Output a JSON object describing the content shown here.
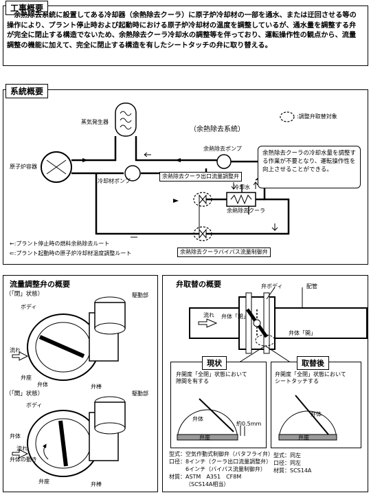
{
  "overview": {
    "title": "工事概要",
    "text": "余熱除去系統に設置してある冷却器（余熱除去クーラ）に原子炉冷却材の一部を通水、または迂回させる等の操作により、プラント停止時および起動時における原子炉冷却材の温度を調整しているが、通水量を調整する弁が完全に閉止する構造でないため、余熱除去クーラ冷却水の調整等を伴っており、運転操作性の観点から、流量調整の機能に加えて、完全に閉止する構造を有したシートタッチの弁に取り替える。"
  },
  "system": {
    "title": "系統概要",
    "legend_target": ":調整弁取替対象",
    "system_name": "（余熱除去系統）",
    "steam_generator": "蒸気発生器",
    "reactor_vessel": "原子炉容器",
    "coolant_pump": "冷却材ポンプ",
    "rhr_pump": "余熱除去ポンプ",
    "outlet_valve": "余熱除去クーラ出口流量調整弁",
    "cooling_water": "冷却水",
    "rhr_cooler": "余熱除去クーラ",
    "bypass_valve": "余熱除去クーラバイパス流量制御弁",
    "callout": "余熱除去クーラの冷却水量を調整する作業が不要となり、運転操作性を向上させることができる。",
    "legend_stop": "←:プラント停止時の燃料余熱除去ルート",
    "legend_start": "⇐:プラント起動時の原子炉冷却材温度調整ルート"
  },
  "flow_valve": {
    "title": "流量調整弁の概要",
    "closed_state": "（「閉」状態）",
    "open_state": "（「開」状態）",
    "actuator": "駆動部",
    "body": "ボディ",
    "flow": "流れ",
    "disc": "弁体",
    "seat": "弁座",
    "stem": "弁棒",
    "disc_motion": "弁体の動き"
  },
  "replacement": {
    "title": "弁取替の概要",
    "valve_body": "弁ボディ",
    "piping": "配管",
    "flow": "流れ",
    "disc_closed": "弁体「閉」",
    "disc_open": "弁体「開」",
    "current": {
      "title": "現状",
      "desc": "弁開度「全閉」状態において隙間を有する",
      "disc": "弁体",
      "seat": "弁座",
      "gap": "約0.5mm",
      "spec_type": "型式：空気作動式制御弁（バタフライ弁）",
      "spec_size1": "口径：8インチ（クーラ出口流量調整弁）",
      "spec_size2": "6インチ（バイパス流量制御弁）",
      "spec_mat1": "材質：ASTM　A351　CF8M",
      "spec_mat2": "（SCS14A相当）"
    },
    "after": {
      "title": "取替後",
      "desc": "弁開度「全閉」状態においてシートタッチする",
      "disc": "弁体",
      "seat": "弁座",
      "spec_type": "型式：同左",
      "spec_size": "口径：同左",
      "spec_mat": "材質：SCS14A"
    }
  }
}
